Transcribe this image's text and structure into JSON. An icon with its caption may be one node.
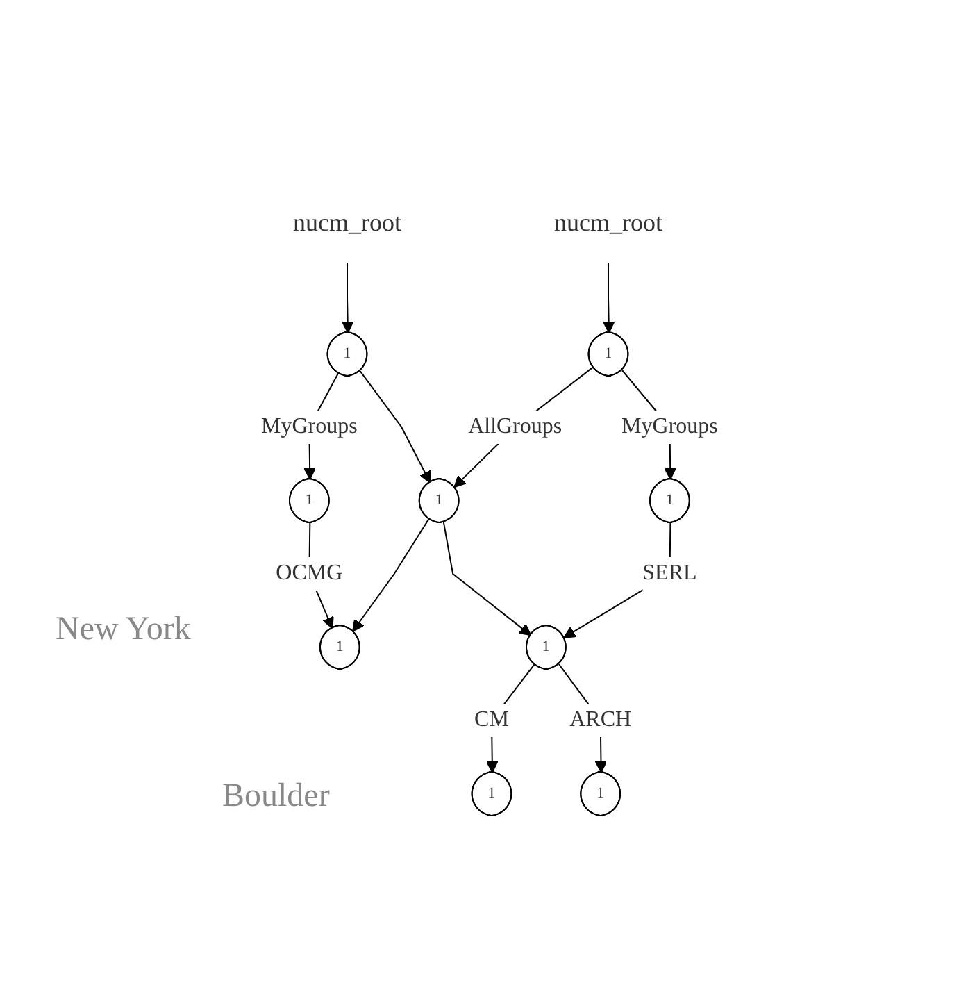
{
  "diagram": {
    "nodes": [
      {
        "text": [
          "nucm_root"
        ]
      },
      {
        "text": [
          "1"
        ]
      },
      {
        "text": [
          "1"
        ]
      },
      {
        "text": [
          "1"
        ]
      },
      {
        "text": [
          "nucm_root"
        ]
      },
      {
        "text": [
          "1"
        ]
      },
      {
        "text": [
          "1"
        ]
      },
      {
        "text": [
          "1"
        ]
      },
      {
        "text": [
          "1"
        ]
      },
      {
        "text": [
          "1"
        ]
      },
      {
        "text": [
          "1"
        ]
      }
    ],
    "edges": [
      {
        "from": 0,
        "to": 1,
        "arrow": "to"
      },
      {
        "from": 1,
        "to": 2,
        "arrow": "to",
        "label": "MyGroups"
      },
      {
        "from": 2,
        "to": 3,
        "arrow": "to",
        "label": "OCMG"
      },
      {
        "from": 1,
        "to": 6,
        "arrow": "to"
      },
      {
        "from": 4,
        "to": 5,
        "arrow": "to"
      },
      {
        "from": 5,
        "to": 6,
        "arrow": "to",
        "label": "AllGroups"
      },
      {
        "from": 5,
        "to": 7,
        "arrow": "to",
        "label": "MyGroups"
      },
      {
        "from": 6,
        "to": 3,
        "arrow": "to"
      },
      {
        "from": 6,
        "to": 8,
        "arrow": "to"
      },
      {
        "from": 7,
        "to": 8,
        "arrow": "to",
        "label": "SERL"
      },
      {
        "from": 8,
        "to": 9,
        "arrow": "to",
        "label": "CM"
      },
      {
        "from": 8,
        "to": 10,
        "arrow": "to",
        "label": "ARCH"
      }
    ],
    "labels": [
      "New York",
      "Boulder"
    ]
  }
}
